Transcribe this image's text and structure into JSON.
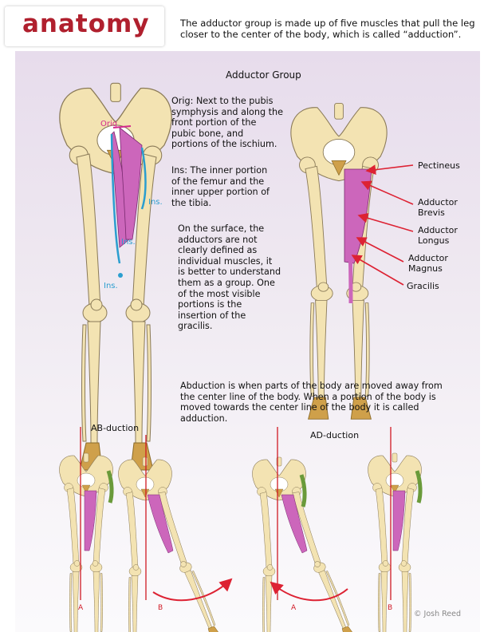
{
  "header": {
    "logo": "anatomy",
    "intro": "The adductor group is made up of five muscles that pull the leg closer to the center of the body, which is called “adduction”."
  },
  "colors": {
    "bone": "#f3e3b2",
    "bone_outline": "#8a7a58",
    "muscle": "#cc66bb",
    "origin_label": "#d42a8c",
    "insertion": "#2b9ecf",
    "arrow": "#dd2233",
    "panel": "#ece4ef"
  },
  "main": {
    "section_title": "Adductor Group",
    "origin_text": "Orig:  Next to the pubis\nsymphysis and along the\nfront portion of the\npubic bone, and\nportions of the ischium.",
    "insertion_text": "Ins:  The inner portion\nof the femur and the\ninner upper portion of\nthe tibia.",
    "surface_text": "On the surface, the\nadductors are not\nclearly defined as\nindividual muscles, it\nis better to understand\nthem as a group.  One\nof the most visible\nportions is the\ninsertion of the\ngracilis.",
    "diagram_labels": {
      "orig": "Orig",
      "ins_upper": "Ins.",
      "ins_middle": "Ins.",
      "ins_lower": "Ins."
    },
    "muscles": [
      {
        "name": "Pectineus"
      },
      {
        "name": "Adductor\nBrevis"
      },
      {
        "name": "Adductor\nLongus"
      },
      {
        "name": "Adductor\nMagnus"
      },
      {
        "name": "Gracilis"
      }
    ]
  },
  "bottom": {
    "abduction_text": "Abduction is when parts of the body are moved away from\nthe center line of the body.  When a portion of the body is\nmoved towards the center line of the body it is called\nadduction.",
    "abduction_title": "AB-duction",
    "adduction_title": "AD-duction",
    "figure_labels": [
      "A",
      "B",
      "A",
      "B"
    ],
    "credit": "© Josh Reed"
  }
}
